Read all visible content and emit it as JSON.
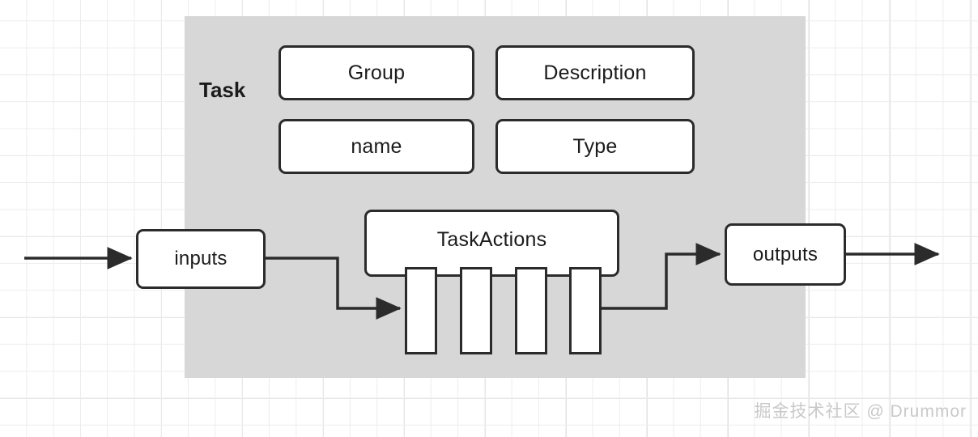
{
  "diagram": {
    "panel": {
      "title": "Task"
    },
    "fields": [
      {
        "id": "group",
        "label": "Group"
      },
      {
        "id": "description",
        "label": "Description"
      },
      {
        "id": "name",
        "label": "name"
      },
      {
        "id": "type",
        "label": "Type"
      }
    ],
    "nodes": {
      "inputs": "inputs",
      "outputs": "outputs",
      "task_actions": "TaskActions"
    },
    "action_bars": [
      {
        "id": "action-1"
      },
      {
        "id": "action-2"
      },
      {
        "id": "action-3"
      },
      {
        "id": "action-4"
      }
    ],
    "colors": {
      "panel_fill": "#d7d7d7",
      "stroke": "#2b2b2b",
      "node_fill": "#ffffff",
      "grid_minor": "#ededed",
      "grid_major": "#e0e0e0",
      "watermark": "#c9c9c9"
    }
  },
  "watermark": {
    "text": "掘金技术社区 @ Drummor"
  }
}
